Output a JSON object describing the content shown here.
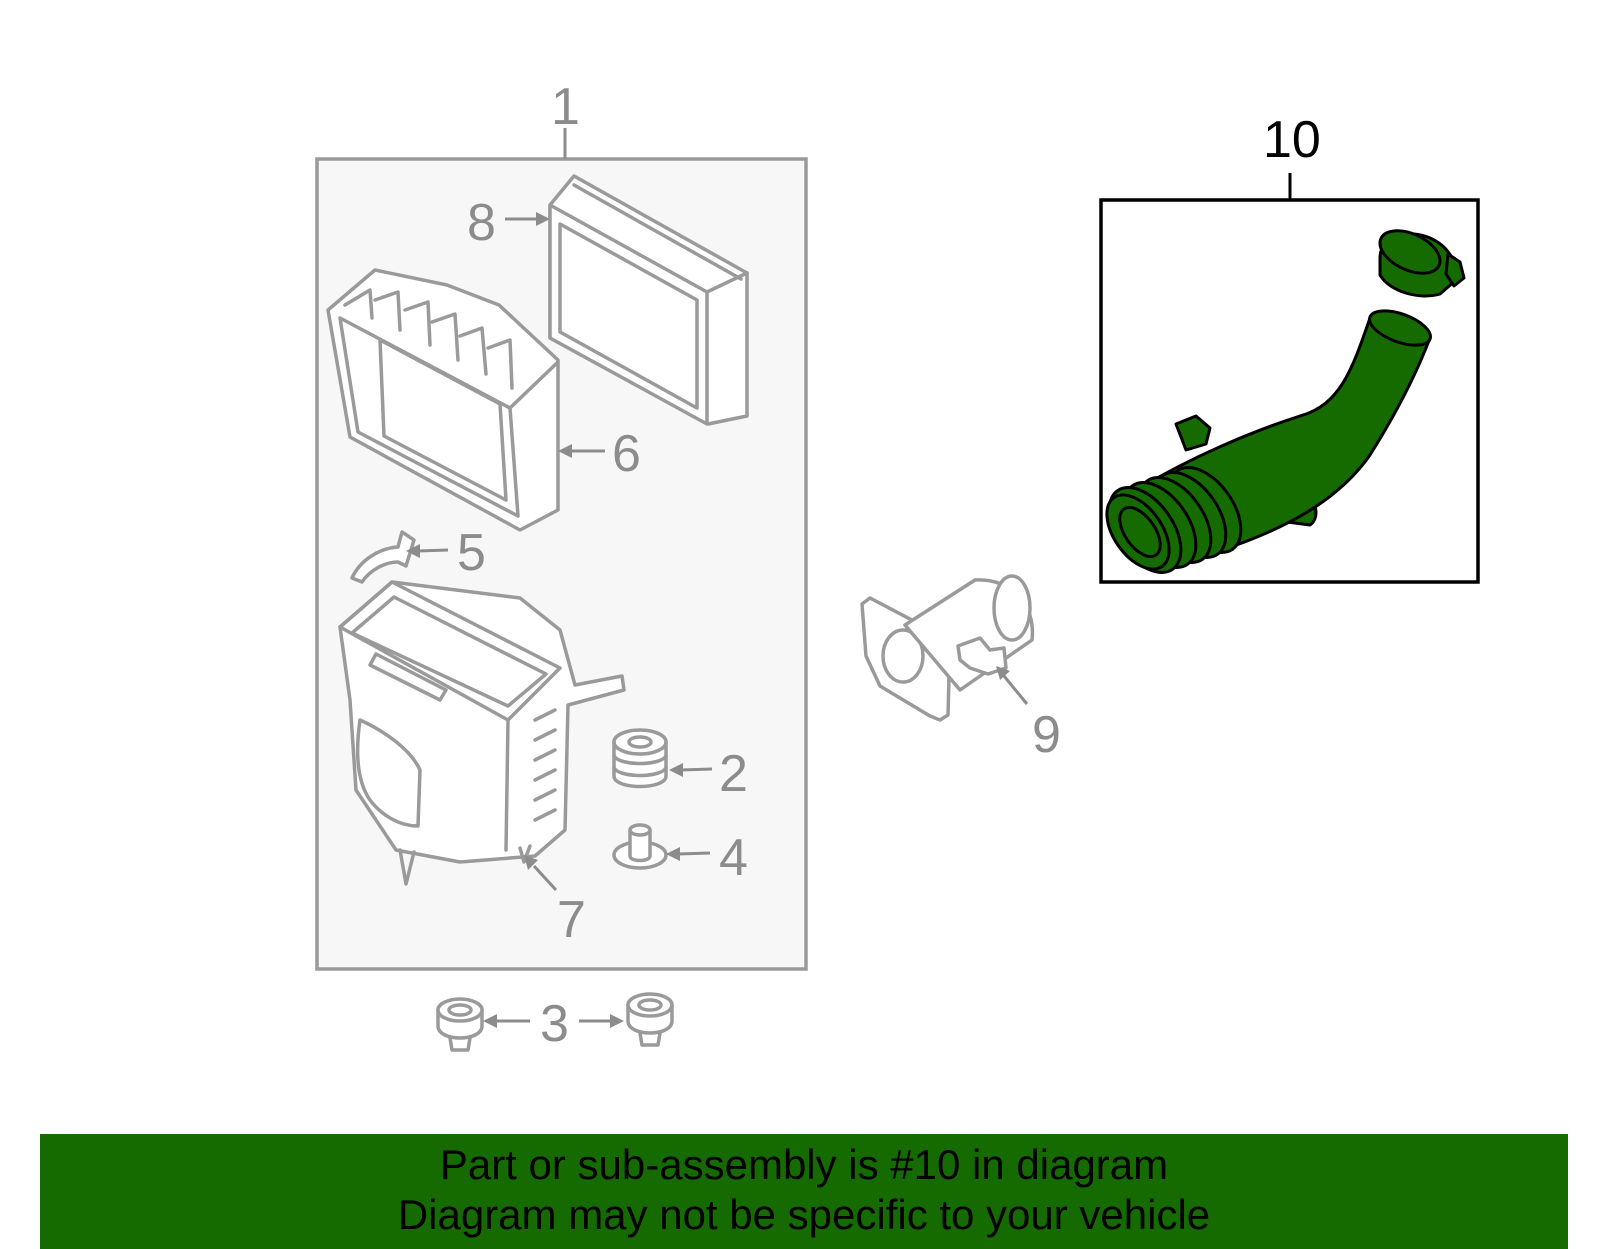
{
  "callouts": {
    "c1": "1",
    "c2": "2",
    "c3": "3",
    "c4": "4",
    "c5": "5",
    "c6": "6",
    "c7": "7",
    "c8": "8",
    "c9": "9",
    "c10": "10"
  },
  "highlight_color": "#156b00",
  "banner": {
    "line1": "Part or sub-assembly is #10 in diagram",
    "line2": "Diagram may not be specific to your vehicle"
  }
}
